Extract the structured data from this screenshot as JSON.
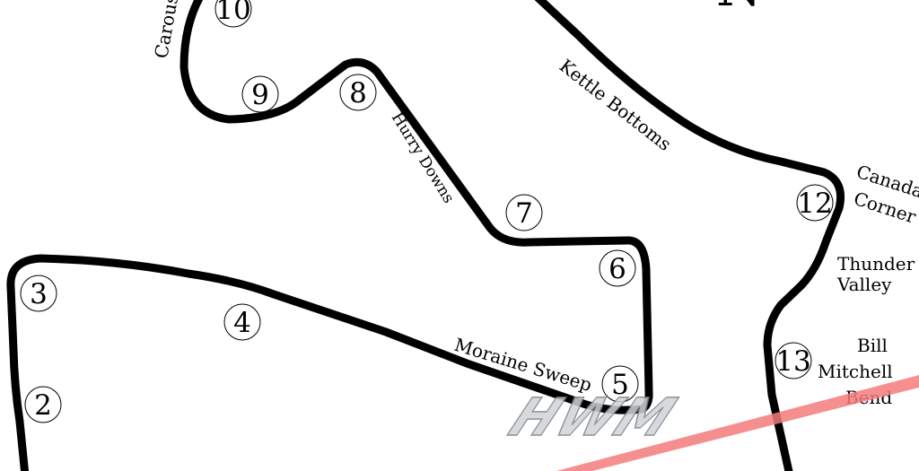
{
  "north_label": "N",
  "turns": [
    "2",
    "3",
    "4",
    "5",
    "6",
    "7",
    "8",
    "9",
    "10",
    "12",
    "13"
  ],
  "corners": {
    "carousel": "Carousel",
    "kettle_bottoms": "Kettle Bottoms",
    "hurry_downs": "Hurry Downs",
    "moraine_sweep": "Moraine Sweep",
    "canada_corner": [
      "Canada",
      "Corner"
    ],
    "thunder_valley": [
      "Thunder",
      "Valley"
    ],
    "bill_mitchell_bend": [
      "Bill",
      "Mitchell",
      "Bend"
    ]
  },
  "watermark": {
    "text": "HWM",
    "band_color": "#f47c7c"
  },
  "colors": {
    "track": "#000000",
    "background": "#ffffff"
  }
}
